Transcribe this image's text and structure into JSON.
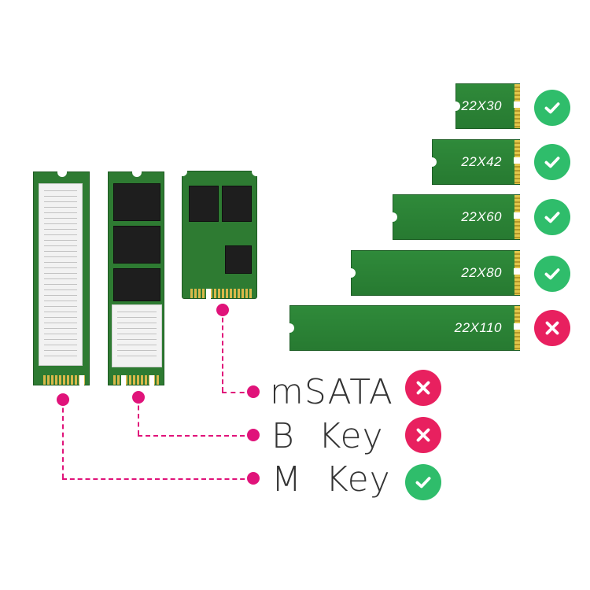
{
  "colors": {
    "pcb_green": "#2f8a3a",
    "ok_green": "#2fbd6b",
    "no_pink": "#e8205f",
    "connector_magenta": "#e0137a",
    "label_gray": "#333333"
  },
  "sizes": [
    {
      "label": "22X30",
      "status": "ok",
      "icon": "check-icon"
    },
    {
      "label": "22X42",
      "status": "ok",
      "icon": "check-icon"
    },
    {
      "label": "22X60",
      "status": "ok",
      "icon": "check-icon"
    },
    {
      "label": "22X80",
      "status": "ok",
      "icon": "check-icon"
    },
    {
      "label": "22X110",
      "status": "no",
      "icon": "cross-icon"
    }
  ],
  "keys": [
    {
      "label": "mSATA",
      "status": "no",
      "icon": "cross-icon"
    },
    {
      "label": "B  Key",
      "status": "no",
      "icon": "cross-icon"
    },
    {
      "label": "M  Key",
      "status": "ok",
      "icon": "check-icon"
    }
  ]
}
